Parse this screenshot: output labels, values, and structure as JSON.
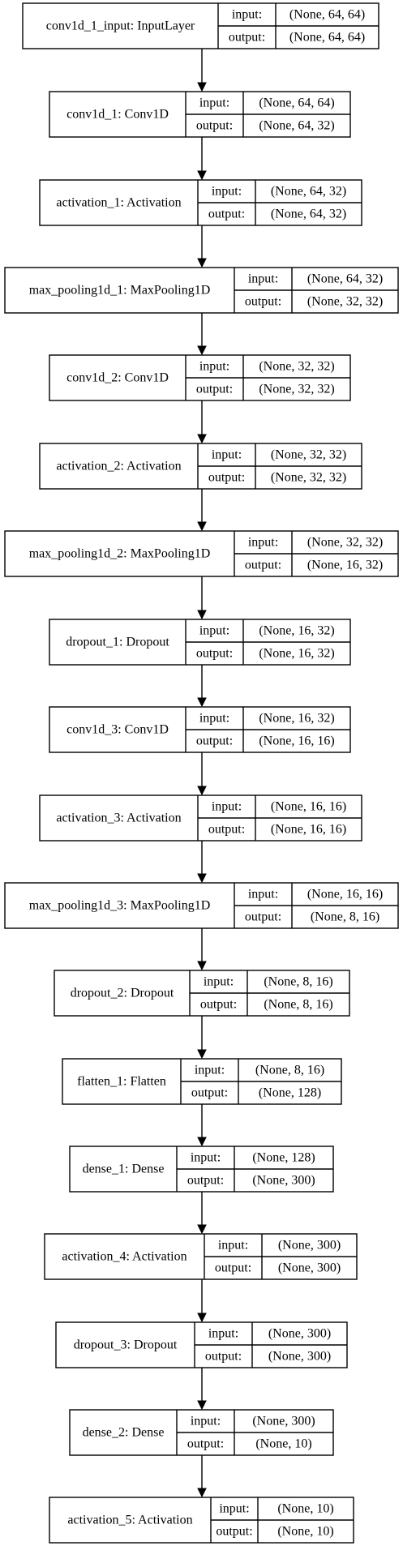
{
  "diagram": {
    "kind": "keras-model-plot",
    "port_labels": {
      "input": "input:",
      "output": "output:"
    },
    "layers": [
      {
        "label": "conv1d_1_input: InputLayer",
        "input": "(None, 64, 64)",
        "output": "(None, 64, 64)"
      },
      {
        "label": "conv1d_1: Conv1D",
        "input": "(None, 64, 64)",
        "output": "(None, 64, 32)"
      },
      {
        "label": "activation_1: Activation",
        "input": "(None, 64, 32)",
        "output": "(None, 64, 32)"
      },
      {
        "label": "max_pooling1d_1: MaxPooling1D",
        "input": "(None, 64, 32)",
        "output": "(None, 32, 32)"
      },
      {
        "label": "conv1d_2: Conv1D",
        "input": "(None, 32, 32)",
        "output": "(None, 32, 32)"
      },
      {
        "label": "activation_2: Activation",
        "input": "(None, 32, 32)",
        "output": "(None, 32, 32)"
      },
      {
        "label": "max_pooling1d_2: MaxPooling1D",
        "input": "(None, 32, 32)",
        "output": "(None, 16, 32)"
      },
      {
        "label": "dropout_1: Dropout",
        "input": "(None, 16, 32)",
        "output": "(None, 16, 32)"
      },
      {
        "label": "conv1d_3: Conv1D",
        "input": "(None, 16, 32)",
        "output": "(None, 16, 16)"
      },
      {
        "label": "activation_3: Activation",
        "input": "(None, 16, 16)",
        "output": "(None, 16, 16)"
      },
      {
        "label": "max_pooling1d_3: MaxPooling1D",
        "input": "(None, 16, 16)",
        "output": "(None, 8, 16)"
      },
      {
        "label": "dropout_2: Dropout",
        "input": "(None, 8, 16)",
        "output": "(None, 8, 16)"
      },
      {
        "label": "flatten_1: Flatten",
        "input": "(None, 8, 16)",
        "output": "(None, 128)"
      },
      {
        "label": "dense_1: Dense",
        "input": "(None, 128)",
        "output": "(None, 300)"
      },
      {
        "label": "activation_4: Activation",
        "input": "(None, 300)",
        "output": "(None, 300)"
      },
      {
        "label": "dropout_3: Dropout",
        "input": "(None, 300)",
        "output": "(None, 300)"
      },
      {
        "label": "dense_2: Dense",
        "input": "(None, 300)",
        "output": "(None, 10)"
      },
      {
        "label": "activation_5: Activation",
        "input": "(None, 10)",
        "output": "(None, 10)"
      }
    ]
  }
}
